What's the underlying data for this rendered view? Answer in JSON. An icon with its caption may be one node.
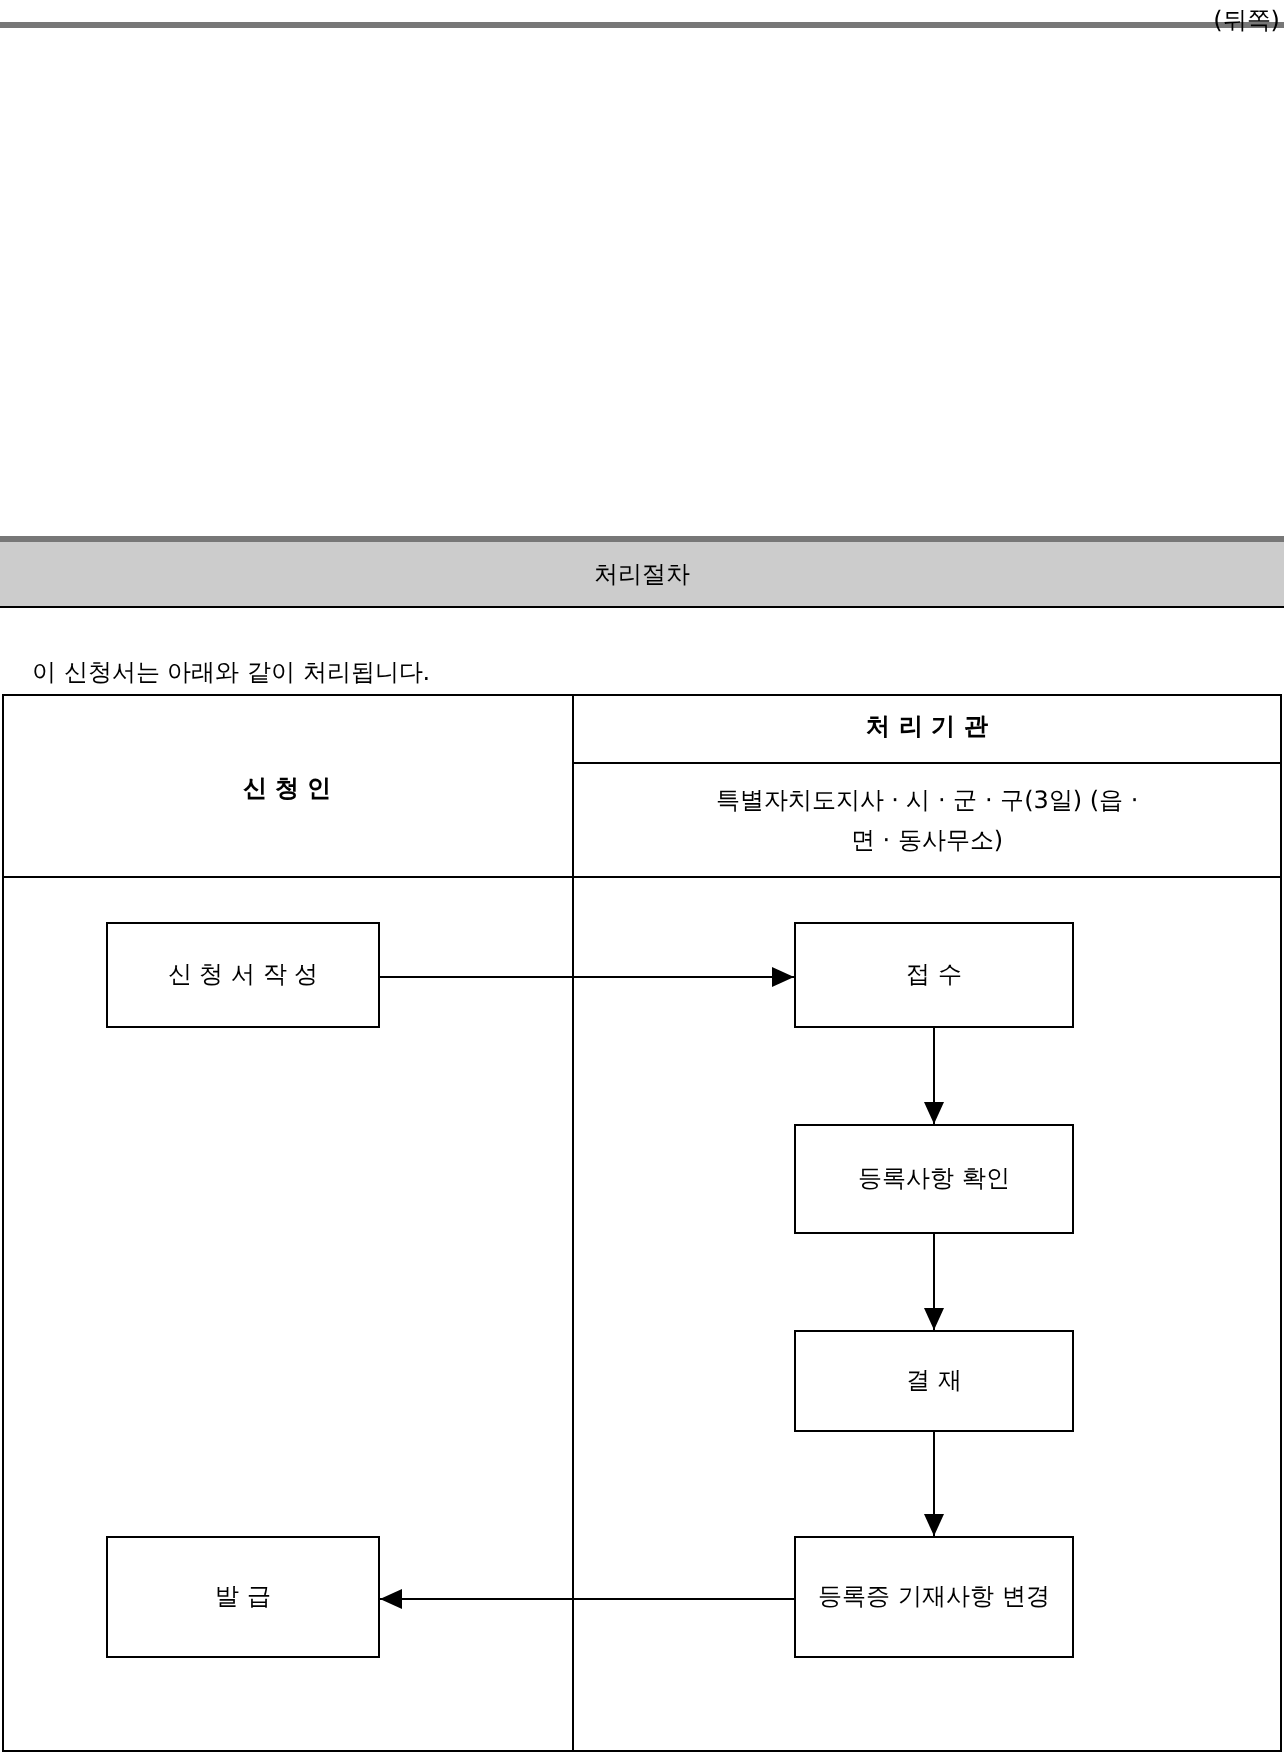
{
  "diagram": {
    "title": "처리절차",
    "nodes": [
      {
        "text": [
          "신 청 서 작 성"
        ]
      },
      {
        "text": [
          "접 수"
        ]
      },
      {
        "text": [
          "등록사항 확인"
        ]
      },
      {
        "text": [
          "결 재"
        ]
      },
      {
        "text": [
          "등록증 기재사항 변경"
        ]
      },
      {
        "text": [
          "발 급"
        ]
      }
    ],
    "edges": [
      {
        "from": 0,
        "to": 1,
        "arrow": "to"
      },
      {
        "from": 1,
        "to": 2,
        "arrow": "to"
      },
      {
        "from": 2,
        "to": 3,
        "arrow": "to"
      },
      {
        "from": 3,
        "to": 4,
        "arrow": "to"
      },
      {
        "from": 4,
        "to": 5,
        "arrow": "to"
      }
    ],
    "labels": [
      "(뒤쪽)",
      "이 신청서는 아래와 같이 처리됩니다.",
      "신 청 인",
      "처 리 기 관",
      "특별자치도지사 · 시 · 군 · 구(3일) (읍 · 면 · 동사무소)"
    ]
  }
}
